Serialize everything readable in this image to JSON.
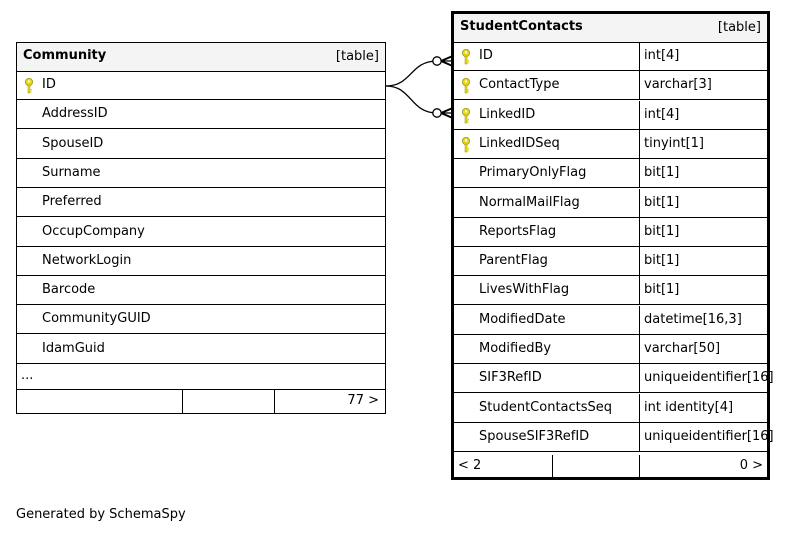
{
  "community": {
    "name": "Community",
    "kind": "[table]",
    "columns": [
      {
        "name": "ID",
        "key": true
      },
      {
        "name": "AddressID",
        "key": false
      },
      {
        "name": "SpouseID",
        "key": false
      },
      {
        "name": "Surname",
        "key": false
      },
      {
        "name": "Preferred",
        "key": false
      },
      {
        "name": "OccupCompany",
        "key": false
      },
      {
        "name": "NetworkLogin",
        "key": false
      },
      {
        "name": "Barcode",
        "key": false
      },
      {
        "name": "CommunityGUID",
        "key": false
      },
      {
        "name": "IdamGuid",
        "key": false
      }
    ],
    "more": "...",
    "footer_right": "77 >"
  },
  "studentcontacts": {
    "name": "StudentContacts",
    "kind": "[table]",
    "columns": [
      {
        "name": "ID",
        "type": "int[4]",
        "key": true
      },
      {
        "name": "ContactType",
        "type": "varchar[3]",
        "key": true
      },
      {
        "name": "LinkedID",
        "type": "int[4]",
        "key": true
      },
      {
        "name": "LinkedIDSeq",
        "type": "tinyint[1]",
        "key": true
      },
      {
        "name": "PrimaryOnlyFlag",
        "type": "bit[1]",
        "key": false
      },
      {
        "name": "NormalMailFlag",
        "type": "bit[1]",
        "key": false
      },
      {
        "name": "ReportsFlag",
        "type": "bit[1]",
        "key": false
      },
      {
        "name": "ParentFlag",
        "type": "bit[1]",
        "key": false
      },
      {
        "name": "LivesWithFlag",
        "type": "bit[1]",
        "key": false
      },
      {
        "name": "ModifiedDate",
        "type": "datetime[16,3]",
        "key": false
      },
      {
        "name": "ModifiedBy",
        "type": "varchar[50]",
        "key": false
      },
      {
        "name": "SIF3RefID",
        "type": "uniqueidentifier[16]",
        "key": false
      },
      {
        "name": "StudentContactsSeq",
        "type": "int identity[4]",
        "key": false
      },
      {
        "name": "SpouseSIF3RefID",
        "type": "uniqueidentifier[16]",
        "key": false
      }
    ],
    "footer_left": "< 2",
    "footer_right": "0 >"
  },
  "generated_by": "Generated by SchemaSpy",
  "colors": {
    "key_icon": "#e8d81c",
    "header_bg": "#f4f4f4",
    "border": "#000000"
  }
}
